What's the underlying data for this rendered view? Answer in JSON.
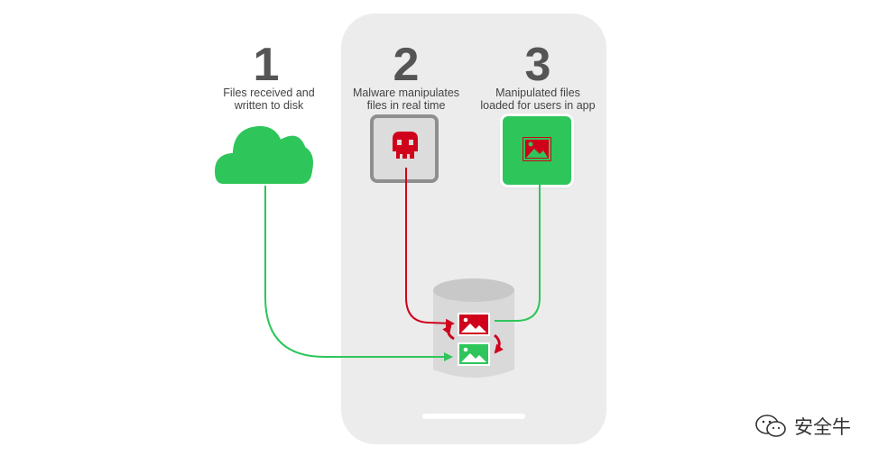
{
  "steps": [
    {
      "number": "1",
      "caption": "Files received and\nwritten to disk"
    },
    {
      "number": "2",
      "caption": "Malware manipulates\nfiles in real time"
    },
    {
      "number": "3",
      "caption": "Manipulated files\nloaded for users in app"
    }
  ],
  "watermark": {
    "text": "安全牛"
  },
  "colors": {
    "green": "#2ec65a",
    "red": "#d0021b",
    "grey": "#d9d9d9",
    "phone": "#ececec",
    "text": "#555555"
  },
  "icons": [
    "cloud-icon",
    "skull-icon",
    "image-icon",
    "database-icon",
    "sync-arrows-icon",
    "wechat-icon"
  ]
}
